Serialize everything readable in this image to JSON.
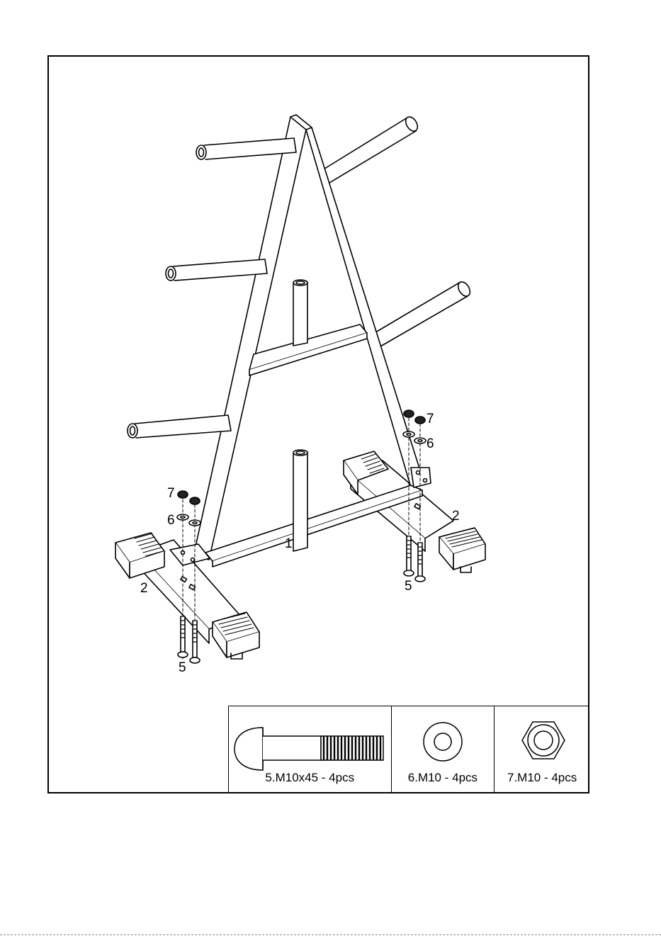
{
  "diagram": {
    "callouts": {
      "frame": "1",
      "base_left": "2",
      "base_right": "2",
      "bolt_left": "5",
      "bolt_right": "5",
      "washer_left": "6",
      "washer_right": "6",
      "nut_left": "7",
      "nut_right": "7"
    }
  },
  "parts": [
    {
      "label": "5.M10x45 - 4pcs",
      "icon": "carriage-bolt-icon"
    },
    {
      "label": "6.M10 - 4pcs",
      "icon": "washer-icon"
    },
    {
      "label": "7.M10 - 4pcs",
      "icon": "hex-nut-icon"
    }
  ]
}
